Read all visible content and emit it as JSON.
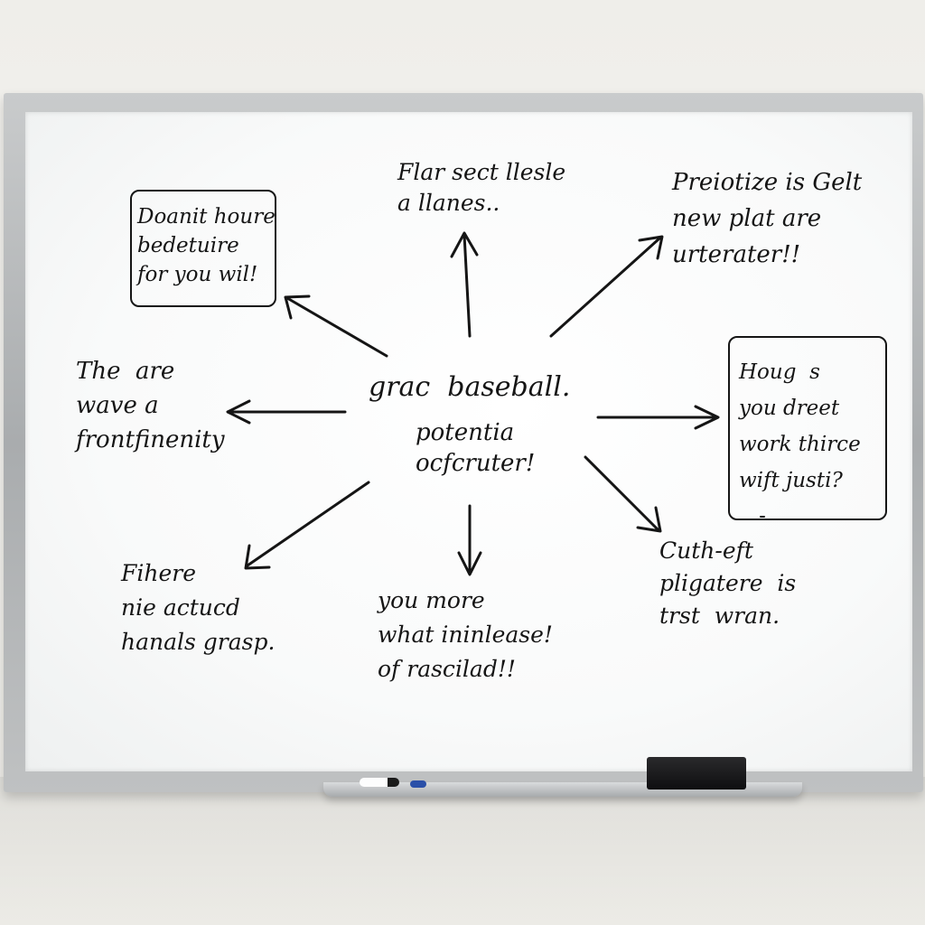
{
  "whiteboard": {
    "center": {
      "title": "grac  baseball.",
      "subtitle": "potentia\nocfcruter!"
    },
    "notes": {
      "top": "Flar sect llesle\na llanes..",
      "top_left_boxed": "Doanit houre\nbedetuire\nfor you wil!",
      "top_right": "Preiotize is Gelt\nnew plat are\nurterater!!",
      "left": "The  are\nwave a\nfrontfinenity",
      "right_boxed": "Houg  s\nyou dreet\nwork thirce\nwift justi?",
      "bottom_left": "Fihere\nnie actucd\nhanals grasp.",
      "bottom_center": "you more\nwhat ininlease!\nof rascilad!!",
      "bottom_right": "Cuth-eft\npligatere  is\ntrst  wran."
    }
  }
}
